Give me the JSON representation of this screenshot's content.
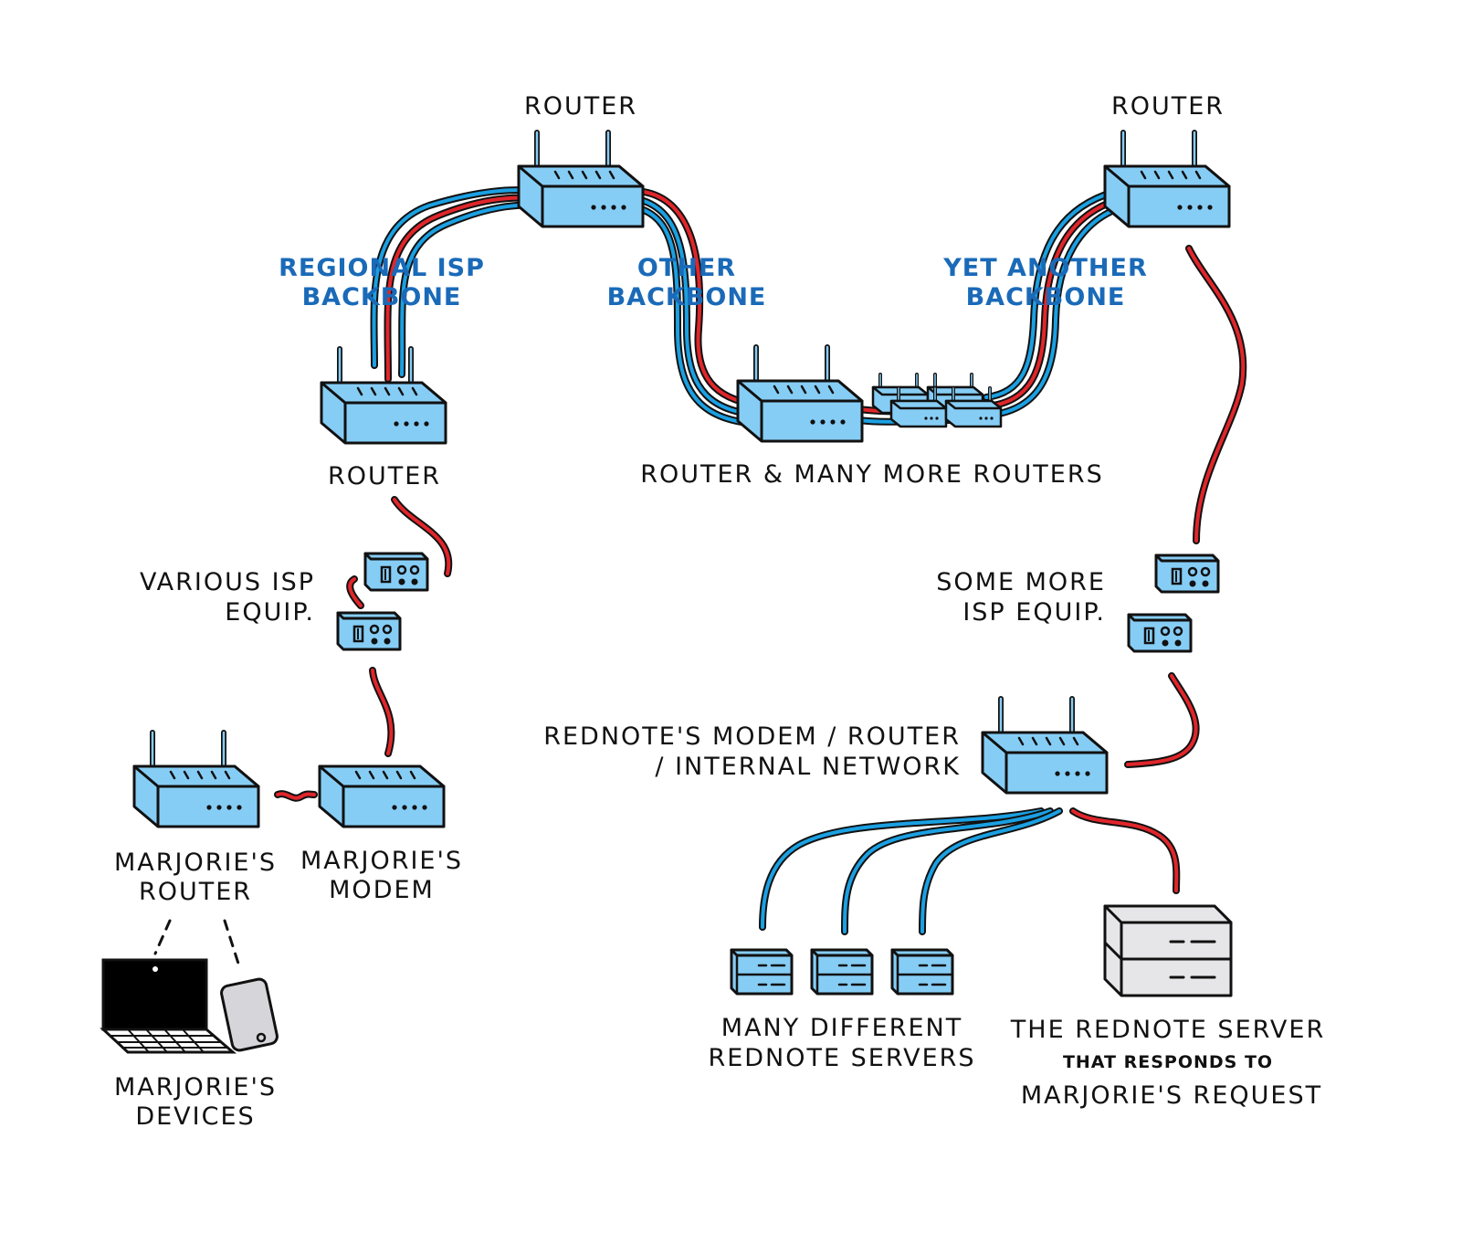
{
  "colors": {
    "device_fill": "#86CDF5",
    "server_fill": "#E6E6E8",
    "laptop_fill": "#000000",
    "phone_fill": "#D6D6DA",
    "cable_red": "#E0262B",
    "cable_blue": "#1BA0E2",
    "outline": "#111111",
    "backbone_label": "#1A6AB8"
  },
  "labels": {
    "router_top_center": "ROUTER",
    "router_top_right": "ROUTER",
    "router_left": "ROUTER",
    "router_many": "ROUTER & MANY MORE ROUTERS",
    "isp_various_1": "VARIOUS ISP",
    "isp_various_2": "EQUIP.",
    "isp_more_1": "SOME MORE",
    "isp_more_2": "ISP EQUIP.",
    "rednote_modem_1": "REDNOTE'S MODEM / ROUTER",
    "rednote_modem_2": "/ INTERNAL NETWORK",
    "marjorie_router_1": "MARJORIE'S",
    "marjorie_router_2": "ROUTER",
    "marjorie_modem_1": "MARJORIE'S",
    "marjorie_modem_2": "MODEM",
    "marjorie_devices_1": "MARJORIE'S",
    "marjorie_devices_2": "DEVICES",
    "servers_1": "MANY DIFFERENT",
    "servers_2": "REDNOTE SERVERS",
    "responding_1": "THE REDNOTE SERVER",
    "responding_2": "THAT RESPONDS TO",
    "responding_3": "MARJORIE'S REQUEST"
  },
  "backbones": {
    "regional_1": "REGIONAL ISP",
    "regional_2": "BACKBONE",
    "other_1": "OTHER",
    "other_2": "BACKBONE",
    "yet_1": "YET ANOTHER",
    "yet_2": "BACKBONE"
  }
}
